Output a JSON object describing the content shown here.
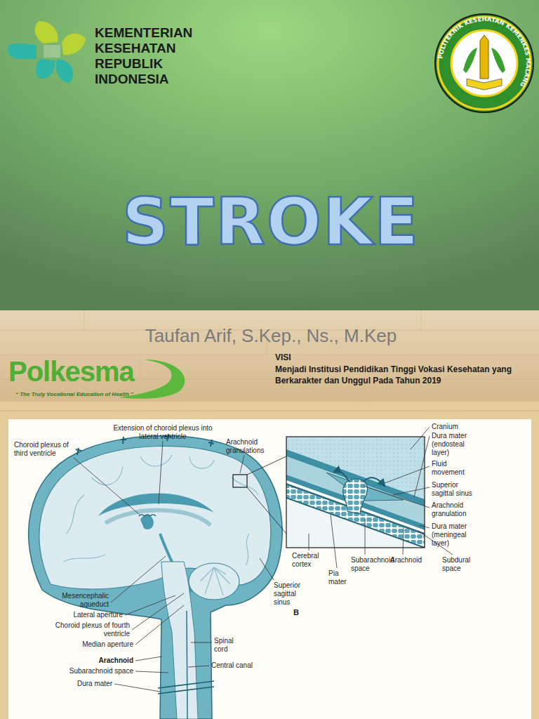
{
  "diagram": {
    "title": "STROKE",
    "labels": [
      "KEMENTERIAN KESEHATAN REPUBLIK INDONESIA",
      "POLITEKNIK KESEHATAN KEMENKES MALANG",
      "Taufan Arif, S.Kep., Ns., M.Kep",
      "Polkesma",
      "“ The Truly Vocational Education of Health ”",
      "VISI",
      "Menjadi Institusi Pendidikan Tinggi Vokasi Kesehatan yang Berkarakter dan Unggul Pada Tahun 2019",
      "Choroid plexus of third ventricle",
      "Extension of choroid plexus into lateral ventricle",
      "Arachnoid granulations",
      "Mesencephalic aqueduct",
      "Lateral aperture",
      "Choroid plexus of fourth ventricle",
      "Median aperture",
      "Arachnoid",
      "Subarachnoid space",
      "Dura mater",
      "Spinal cord",
      "Central canal",
      "Superior sagittal sinus",
      "B",
      "Cranium",
      "Dura mater (endosteal layer)",
      "Fluid movement",
      "Superior sagittal sinus",
      "Arachnoid granulation",
      "Dura mater (meningeal layer)",
      "Cerebral cortex",
      "Pia mater",
      "Subarachnoid space",
      "Arachnoid",
      "Subdural space"
    ]
  }
}
